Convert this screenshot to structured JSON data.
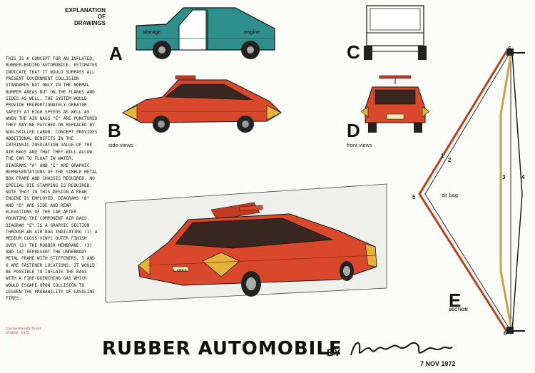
{
  "explanation_title": "EXPLANATION\nOF\nDRAWINGS",
  "body_paragraphs": [
    "This is a concept for an inflated, rubber-bodied automobile. Estimates indicate that it would surpass all present government collision standards not only in the normal bumper areas but on the flanks and sides as well. The system would provide proportionately greater safety at high speeds as well as when the air bags \"E\" are punctured they may be patched or replaced by non-skilled labor. Concept provides additional benefits in the intrinsic insulation value of the air bags and that they will allow the car to float in water.",
    "Diagrams \"A\" and \"C\" are graphic representations of the simple metal box frame and chassis required. No special die stamping is required. Note that in this design a rear engine is employed. Diagrams \"B\" and \"D\" are side and rear elevations of the car after mounting the component air bags. Diagram \"E\" is a graphic section through an air bag indicating (1) a medium gloss vinyl outer finish over (2) the rubber membrane. (3) and (4) represent the underbody metal frame with stiffeners, 5 and 6 are fastener locations. It would be possible to inflate the bags with a fire-quenching gas which would escape upon collision to lessen the probability of gasoline fires."
  ],
  "diagram_labels": {
    "a": "A",
    "b": "B",
    "c": "C",
    "d": "D",
    "e": "E"
  },
  "frame_labels": {
    "storage": "storage",
    "engine": "engine"
  },
  "captions": {
    "side_views": "side views",
    "front_views": "front views",
    "air_bag": "air bag",
    "section": "SECTION"
  },
  "section_numbers": {
    "n1": "1",
    "n2": "2",
    "n3": "3",
    "n4": "4",
    "n5": "5",
    "n6_top": "6",
    "n6_bottom": "6"
  },
  "main_title": "RUBBER AUTOMOBILE",
  "by_label": "BY",
  "signature": "Harlan C. Mercks",
  "date": "7 NOV 1972",
  "red_note": "Can be manufactured\nSTUDIO · 1972",
  "plate_text": "L-1XX-1",
  "colors": {
    "body_red": "#d9482a",
    "frame_teal": "#2f8f8c",
    "ink": "#111111",
    "tip_yellow": "#e5b23a"
  }
}
